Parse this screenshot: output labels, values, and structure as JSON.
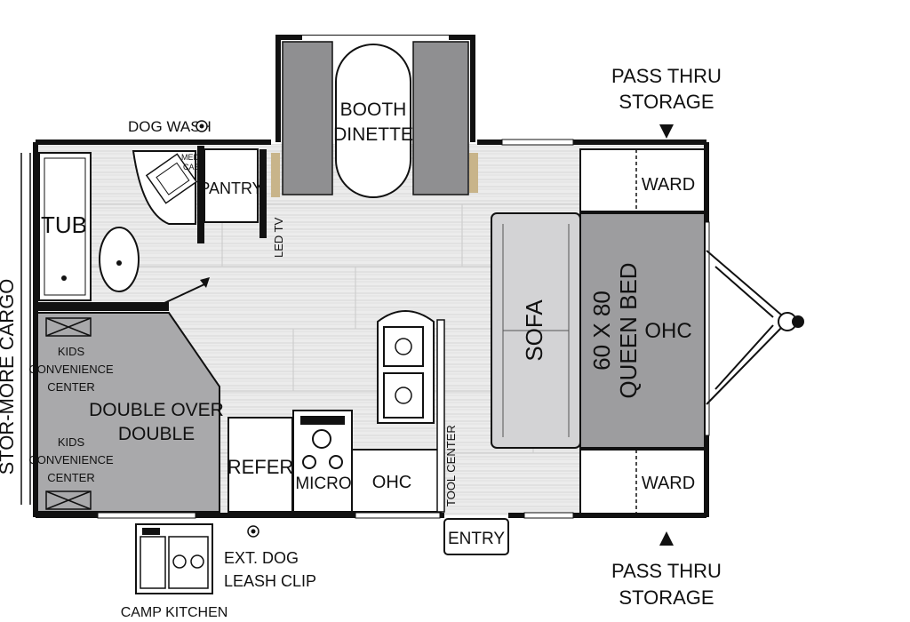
{
  "labels": {
    "booth_dinette_1": "BOOTH",
    "booth_dinette_2": "DINETTE",
    "pass_thru_top_1": "PASS THRU",
    "pass_thru_top_2": "STORAGE",
    "pass_thru_bottom_1": "PASS THRU",
    "pass_thru_bottom_2": "STORAGE",
    "dog_wash": "DOG WASH",
    "med_cab_1": "MED",
    "med_cab_2": "CAB",
    "pantry": "PANTRY",
    "led_tv": "LED TV",
    "tub": "TUB",
    "ward_top": "WARD",
    "ward_bottom": "WARD",
    "sofa": "SOFA",
    "queen_bed_1": "60 X 80",
    "queen_bed_2": "QUEEN BED",
    "ohc_front": "OHC",
    "ohc_kitchen": "OHC",
    "stor_more_cargo": "STOR-MORE CARGO",
    "kids_center_1a": "KIDS",
    "kids_center_1b": "CONVENIENCE",
    "kids_center_1c": "CENTER",
    "kids_center_2a": "KIDS",
    "kids_center_2b": "CONVENIENCE",
    "kids_center_2c": "CENTER",
    "double_over_1": "DOUBLE OVER",
    "double_over_2": "DOUBLE",
    "refer": "REFER",
    "micro": "MICRO",
    "tool_center": "TOOL CENTER",
    "entry": "ENTRY",
    "ext_dog_1": "EXT. DOG",
    "ext_dog_2": "LEASH CLIP",
    "camp_kitchen": "CAMP KITCHEN"
  },
  "colors": {
    "wall": "#111111",
    "floor": "#e6e6e6",
    "gray_furniture": "#9d9d9f",
    "light_gray": "#d3d3d5",
    "bunk": "#a9a9ab"
  }
}
